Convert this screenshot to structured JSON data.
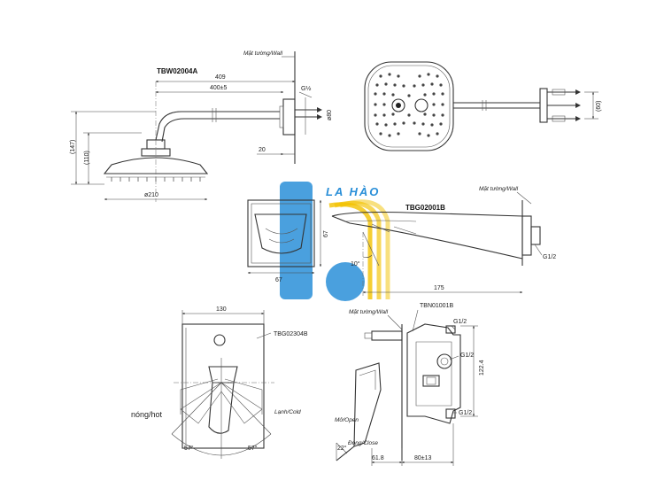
{
  "watermark": {
    "text": "LA HÀO",
    "color": "#2a8fd8",
    "accent": "#f2c200"
  },
  "shower_head": {
    "model": "TBW02004A",
    "wall_label": "Mặt tường/Wall",
    "thread": "G½",
    "dims": {
      "arm_total": "409",
      "arm_inner": "400±5",
      "height_total": "(147)",
      "height_head": "(110)",
      "offset": "20",
      "diameter": "ø210",
      "flange": "ø80"
    }
  },
  "top_view": {
    "flange_dim": "(60)"
  },
  "spout": {
    "model": "TBG02001B",
    "wall_label": "Mặt tường/Wall",
    "thread": "G1/2",
    "dims": {
      "height": "67",
      "width": "67",
      "length": "175",
      "angle": "10°"
    }
  },
  "mixer": {
    "model": "TBG02304B",
    "dims": {
      "width": "130",
      "angle_left": "57°",
      "angle_right": "57°"
    },
    "hot_label": "nóng/hot",
    "cold_label": "Lạnh/Cold"
  },
  "valve_body": {
    "model": "TBN01001B",
    "wall_label": "Mặt tường/Wall",
    "thread_top": "G1/2",
    "thread_mid": "G1/2",
    "thread_bottom": "G1/2",
    "open_label": "Mở/Open",
    "close_label": "Đóng/Close",
    "dims": {
      "height": "122.4",
      "depth1": "61.8",
      "depth2": "80±13",
      "angle": "22°"
    }
  }
}
